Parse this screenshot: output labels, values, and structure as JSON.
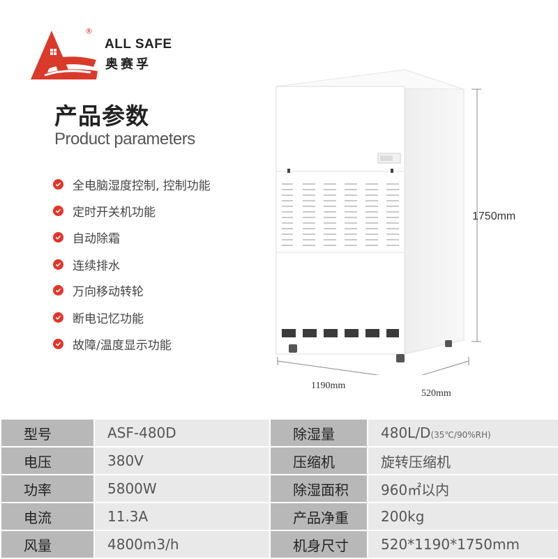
{
  "brand": {
    "registered": "®",
    "name_en": "ALL SAFE",
    "name_cn": "奥赛孚",
    "accent_color": "#d93a2a"
  },
  "header": {
    "title_cn": "产品参数",
    "title_en": "Product parameters"
  },
  "features": [
    {
      "label": "全电脑湿度控制, 控制功能",
      "icon": "check-icon"
    },
    {
      "label": "定时开关机功能",
      "icon": "check-icon"
    },
    {
      "label": "自动除霜",
      "icon": "check-icon"
    },
    {
      "label": "连续排水",
      "icon": "check-icon"
    },
    {
      "label": "万向移动转轮",
      "icon": "check-icon"
    },
    {
      "label": "断电记忆功能",
      "icon": "check-icon"
    },
    {
      "label": "故障/温度显示功能",
      "icon": "check-icon"
    }
  ],
  "dimensions": {
    "height": "1750mm",
    "width": "1190mm",
    "depth": "520mm"
  },
  "specs": [
    {
      "label_left": "型号",
      "value_left": "ASF-480D",
      "label_right": "除湿量",
      "value_right": "480L/D",
      "value_right_note": "(35℃/90%RH)"
    },
    {
      "label_left": "电压",
      "value_left": "380V",
      "label_right": "压缩机",
      "value_right": "旋转压缩机",
      "value_right_note": ""
    },
    {
      "label_left": "功率",
      "value_left": "5800W",
      "label_right": "除湿面积",
      "value_right": "960㎡以内",
      "value_right_note": ""
    },
    {
      "label_left": "电流",
      "value_left": "11.3A",
      "label_right": "产品净重",
      "value_right": "200kg",
      "value_right_note": ""
    },
    {
      "label_left": "风量",
      "value_left": "4800m3/h",
      "label_right": "机身尺寸",
      "value_right": "520*1190*1750mm",
      "value_right_note": ""
    }
  ]
}
